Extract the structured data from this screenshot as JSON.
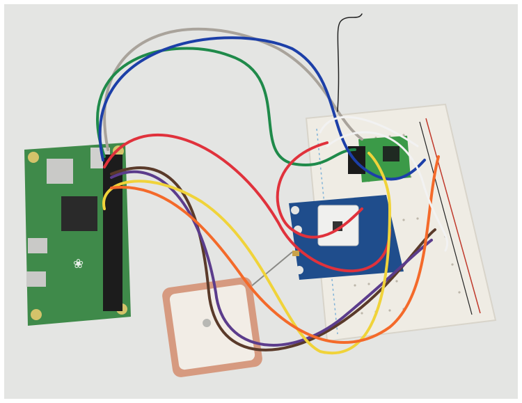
{
  "photo": {
    "subject": "Raspberry Pi Zero wired to a GPS module and radio module on a breadboard with a ceramic patch antenna",
    "background_color": "#e4e5e3",
    "border_color": "#ffffff"
  },
  "components": [
    {
      "name": "raspberry-pi-zero",
      "color": "#3f8a4a"
    },
    {
      "name": "breadboard",
      "color": "#efece4"
    },
    {
      "name": "gps-module",
      "color": "#1f4d8c"
    },
    {
      "name": "radio-module",
      "color": "#3b9a48"
    },
    {
      "name": "patch-antenna",
      "color": "#d69a80"
    }
  ],
  "wires": {
    "gray": "#a9a39b",
    "green": "#1f8a4a",
    "blue": "#1c3fa8",
    "red": "#e0323c",
    "brown": "#5a3a2a",
    "purple": "#5b3c8c",
    "yellow": "#f0d33a",
    "orange": "#f46a2a",
    "white": "#f2f2f2",
    "black": "#222222"
  }
}
